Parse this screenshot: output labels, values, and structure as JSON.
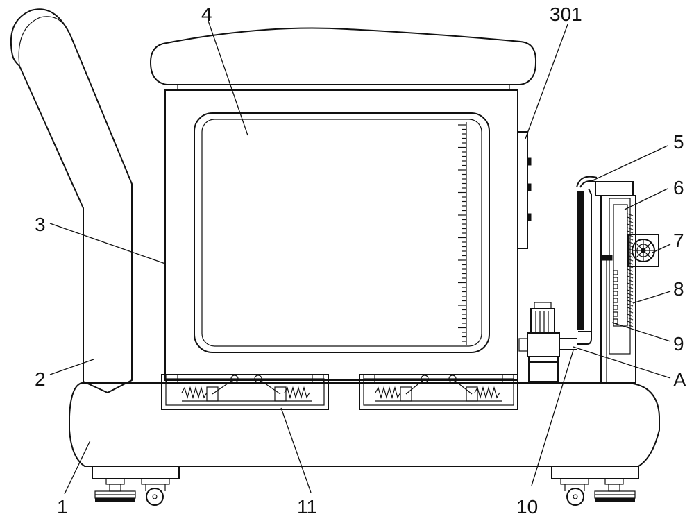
{
  "labels": {
    "l1": "1",
    "l2": "2",
    "l3": "3",
    "l4": "4",
    "l5": "5",
    "l6": "6",
    "l7": "7",
    "l8": "8",
    "l9": "9",
    "l10": "10",
    "l11": "11",
    "l301": "301",
    "lA": "A"
  }
}
